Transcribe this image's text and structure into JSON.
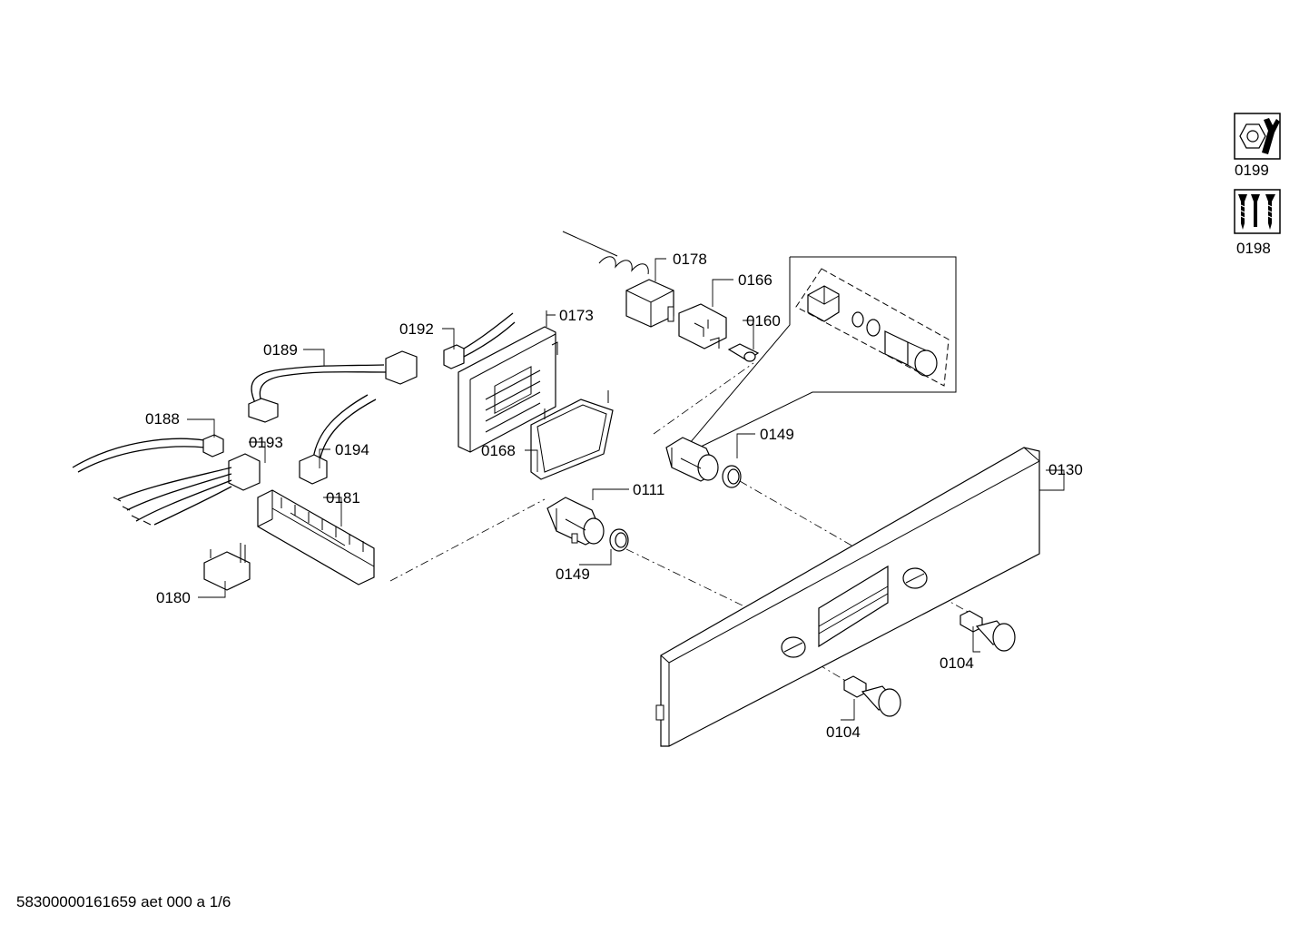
{
  "labels": {
    "p0199": "0199",
    "p0198": "0198",
    "p0178": "0178",
    "p0166": "0166",
    "p0160": "0160",
    "p0192": "0192",
    "p0173": "0173",
    "p0189": "0189",
    "p0188": "0188",
    "p0193": "0193",
    "p0194": "0194",
    "p0168": "0168",
    "p0181": "0181",
    "p0180": "0180",
    "p0111": "0111",
    "p0149a": "0149",
    "p0149b": "0149",
    "p0130": "0130",
    "p0104a": "0104",
    "p0104b": "0104"
  },
  "footer": "58300000161659 aet 000 a 1/6",
  "icons": {
    "p0199": "nut-and-wrench-icon",
    "p0198": "screws-icon"
  }
}
